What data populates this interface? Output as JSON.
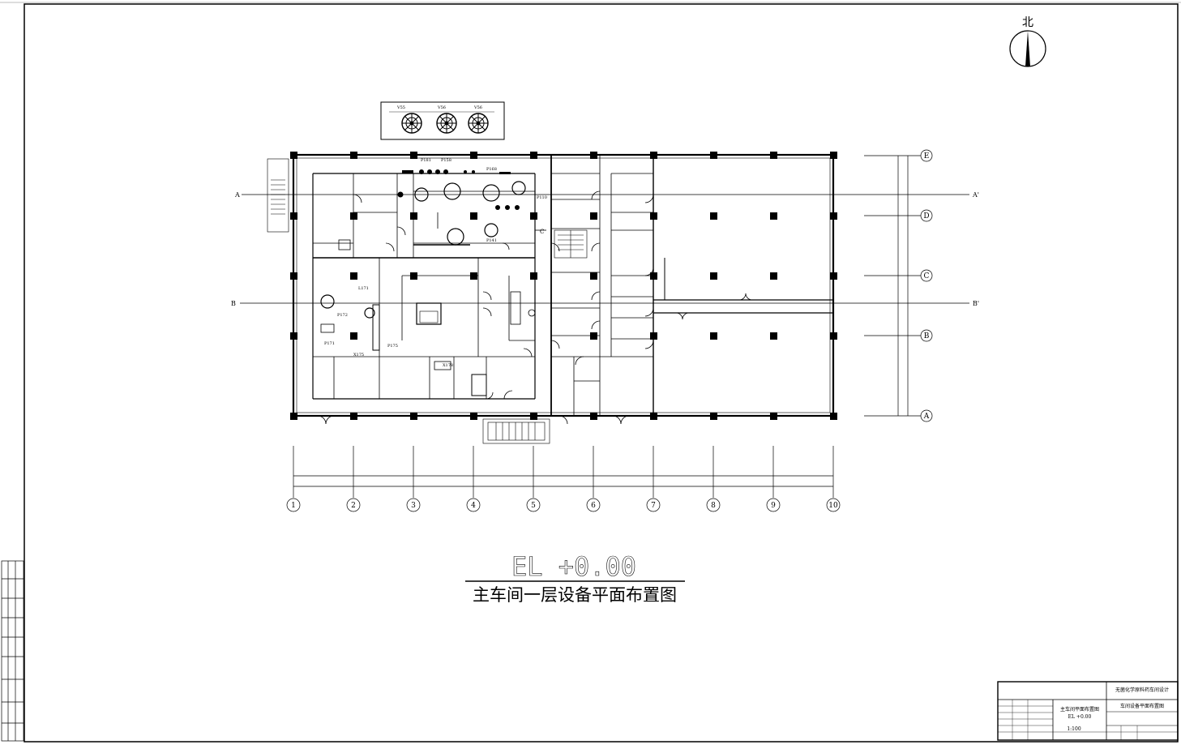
{
  "north_label": "北",
  "elevation_label": "EL +0.00",
  "drawing_title": "主车间一层设备平面布置图",
  "section_cuts": {
    "a_left": "A",
    "a_right": "A'",
    "b_left": "B",
    "b_right": "B'",
    "c_mark": "C"
  },
  "column_grid": {
    "numbers": [
      "1",
      "2",
      "3",
      "4",
      "5",
      "6",
      "7",
      "8",
      "9",
      "10"
    ],
    "rows": [
      "E",
      "D",
      "C",
      "B",
      "A"
    ]
  },
  "equipment_tags": {
    "v55": "V55",
    "v56": "V56",
    "v56b": "V56",
    "p181": "P181",
    "p158": "P158",
    "p168": "P168",
    "p172": "P172",
    "p171": "P171",
    "p175": "P175",
    "l171": "L171",
    "x175": "X175",
    "x178": "X178",
    "p110": "P110",
    "p141": "P141"
  },
  "title_block": {
    "project": "无菌化学原料药车间设计",
    "drawing_name_1": "主车间平面布置图",
    "drawing_name_2": "EL +0.00",
    "sheet_name": "车间设备平面布置图",
    "scale": "1:100"
  }
}
